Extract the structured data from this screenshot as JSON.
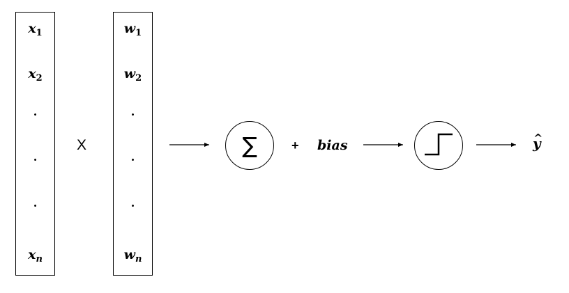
{
  "inputs": {
    "x1_base": "x",
    "x1_sub": "1",
    "x2_base": "x",
    "x2_sub": "2",
    "xn_base": "x",
    "xn_sub": "n",
    "dot": "·"
  },
  "weights": {
    "w1_base": "w",
    "w1_sub": "1",
    "w2_base": "w",
    "w2_sub": "2",
    "wn_base": "w",
    "wn_sub": "n",
    "dot": "·"
  },
  "operators": {
    "multiply": "X",
    "sum_symbol": "∑",
    "plus": "+",
    "bias": "bias"
  },
  "output": {
    "base": "y",
    "hat": "^"
  },
  "icons": {
    "activation": "step-function-icon",
    "arrow": "right-arrow-icon"
  }
}
